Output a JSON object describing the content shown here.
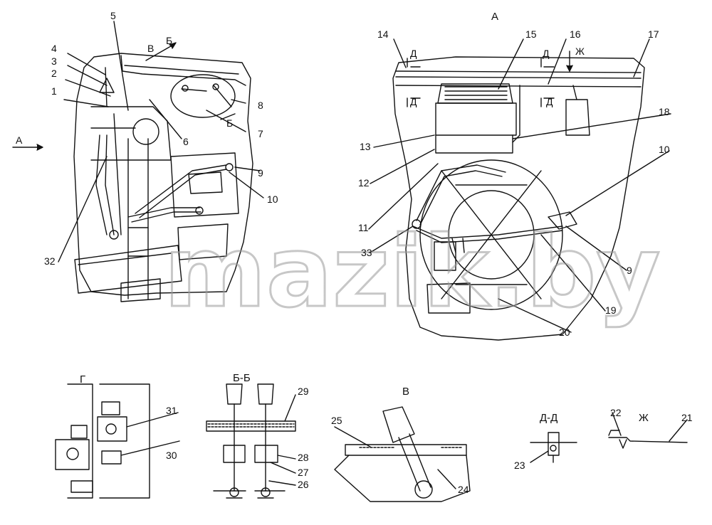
{
  "watermark": "mazik.by",
  "view_titles": {
    "a": "А",
    "g": "Г",
    "bb": "Б-Б",
    "v": "В",
    "dd": "Д-Д",
    "zh": "Ж"
  },
  "markers": {
    "arrow_a": "А",
    "b_top": "Б",
    "b_bottom": "Б",
    "v": "В",
    "d_left": "Д",
    "d_mid": "Д",
    "d_left_lower": "Д",
    "d_mid_lower": "Д",
    "zh": "Ж"
  },
  "left_view_labels": [
    "1",
    "2",
    "3",
    "4",
    "5",
    "6",
    "7",
    "8",
    "9",
    "10",
    "32"
  ],
  "right_view_labels": [
    "9",
    "10",
    "11",
    "12",
    "13",
    "14",
    "15",
    "16",
    "17",
    "18",
    "19",
    "20",
    "33"
  ],
  "g_view_labels": [
    "30",
    "31"
  ],
  "bb_view_labels": [
    "26",
    "27",
    "28",
    "29"
  ],
  "v_view_labels": [
    "24",
    "25"
  ],
  "dd_view_labels": [
    "23"
  ],
  "zh_view_labels": [
    "21",
    "22"
  ],
  "colors": {
    "line": "#111111",
    "watermark": "#9a9a9a",
    "background": "#ffffff"
  }
}
